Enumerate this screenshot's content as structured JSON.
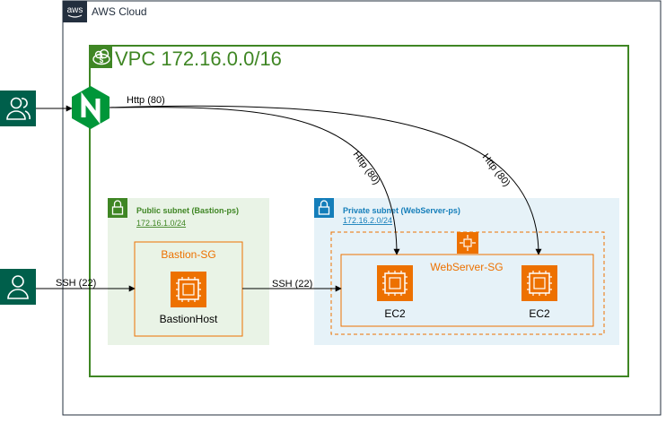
{
  "cloud": {
    "label": "AWS Cloud",
    "logo_text": "aws"
  },
  "vpc": {
    "label": "VPC 172.16.0.0/16"
  },
  "public_subnet": {
    "title": "Public subnet (Bastion-ps)",
    "cidr": "172.16.1.0/24"
  },
  "private_subnet": {
    "title": "Private subnet (WebServer-ps)",
    "cidr": "172.16.2.0/24"
  },
  "bastion_sg": {
    "label": "Bastion-SG",
    "host_label": "BastionHost"
  },
  "webserver_sg": {
    "label": "WebServer-SG",
    "instances": [
      "EC2",
      "EC2"
    ]
  },
  "edges": {
    "http_main": "Http (80)",
    "http_to_ec2_a": "Http (80)",
    "http_to_ec2_b": "Http (80)",
    "ssh_user": "SSH (22)",
    "ssh_bastion": "SSH (22)"
  },
  "icons": {
    "users": "users-icon",
    "user": "user-icon",
    "nginx": "nginx-icon",
    "vpc": "vpc-icon",
    "lock": "lock-icon",
    "ec2": "ec2-icon",
    "autoscaling": "autoscaling-group-icon",
    "aws_logo": "aws-logo-icon"
  },
  "colors": {
    "aws_cloud_border": "#232F3E",
    "vpc_border": "#3F8624",
    "public_subnet_fill": "#E9F3E6",
    "public_subnet_text": "#3F8624",
    "private_subnet_fill": "#E6F2F8",
    "private_subnet_text": "#147EBA",
    "ec2_orange": "#ED7100",
    "user_green": "#005F4B",
    "nginx_green": "#009639"
  }
}
